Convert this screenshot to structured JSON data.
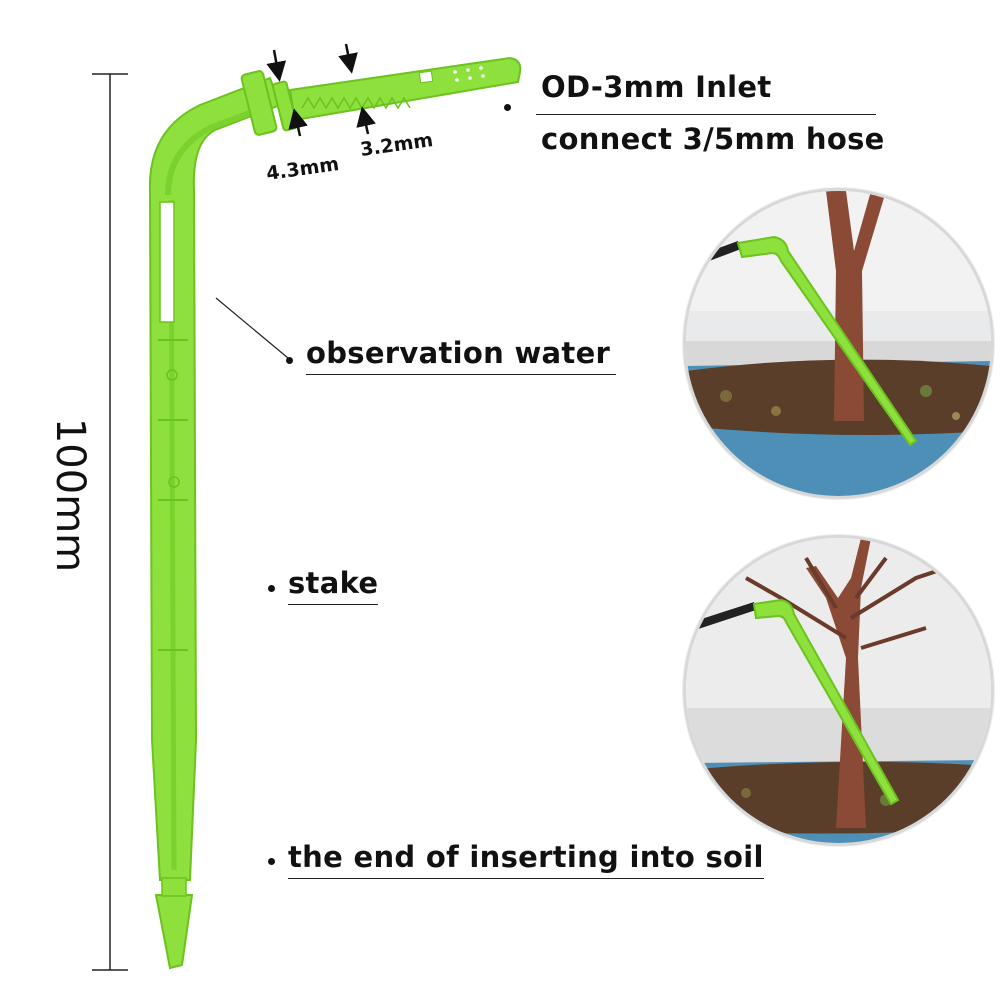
{
  "dimensions": {
    "height": "100mm",
    "d1": "4.3mm",
    "d2": "3.2mm"
  },
  "labels": {
    "inlet": "OD-3mm Inlet",
    "hose": "connect 3/5mm hose",
    "observation": "observation water",
    "stake": "stake",
    "end": "the end of inserting into soil"
  },
  "colors": {
    "dripper": "#8ee03c",
    "dripper_dark": "#6cc21f",
    "pot": "#4d8fb6",
    "soil": "#5a3e2a",
    "trunk": "#8a4a35"
  }
}
